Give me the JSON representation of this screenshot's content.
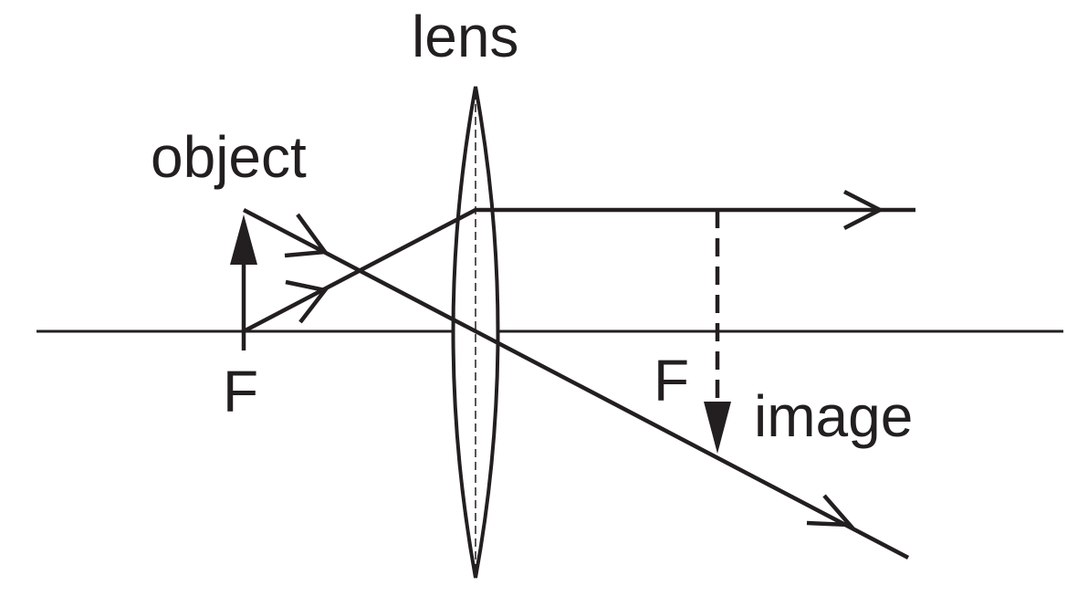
{
  "title": "Thin convex lens ray diagram",
  "labels": {
    "lens": "lens",
    "object": "object",
    "focal_left": "F",
    "focal_right": "F",
    "image": "image"
  },
  "colors": {
    "ink": "#231f20",
    "background": "#ffffff"
  },
  "icons": {
    "object_arrow": "upward-arrow-icon",
    "image_arrow": "downward-dashed-arrow-icon",
    "ray_direction": "chevron-arrowhead-icon"
  }
}
